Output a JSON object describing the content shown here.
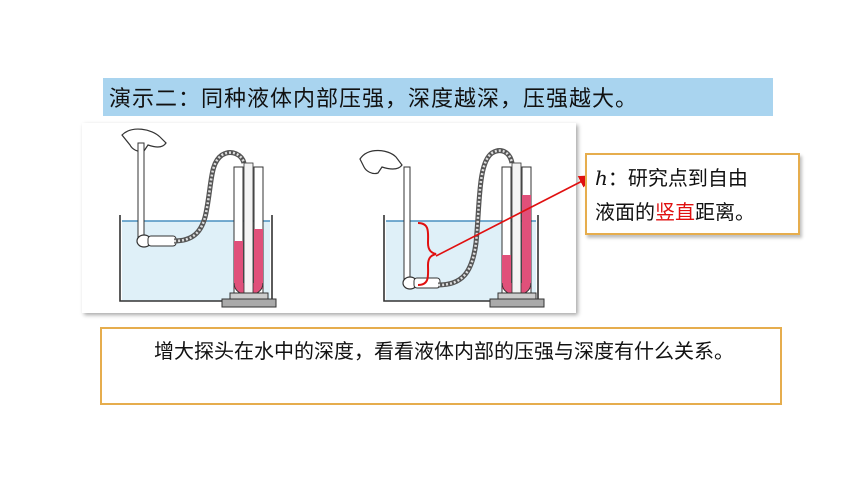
{
  "title": "演示二：同种液体内部压强，深度越深，压强越大。",
  "note": {
    "symbol": "h",
    "prefix": "：研究点到自由",
    "line2_start": "液面的",
    "highlight": "竖直",
    "line2_end": "距离。"
  },
  "bottom_text": "增大探头在水中的深度，看看液体内部的压强与深度有什么关系。",
  "colors": {
    "title_bg": "#a9d4ef",
    "box_border": "#e6ad4d",
    "highlight": "#e01010",
    "water": "#dff0f8",
    "manometer_liquid": "#e0507a"
  }
}
